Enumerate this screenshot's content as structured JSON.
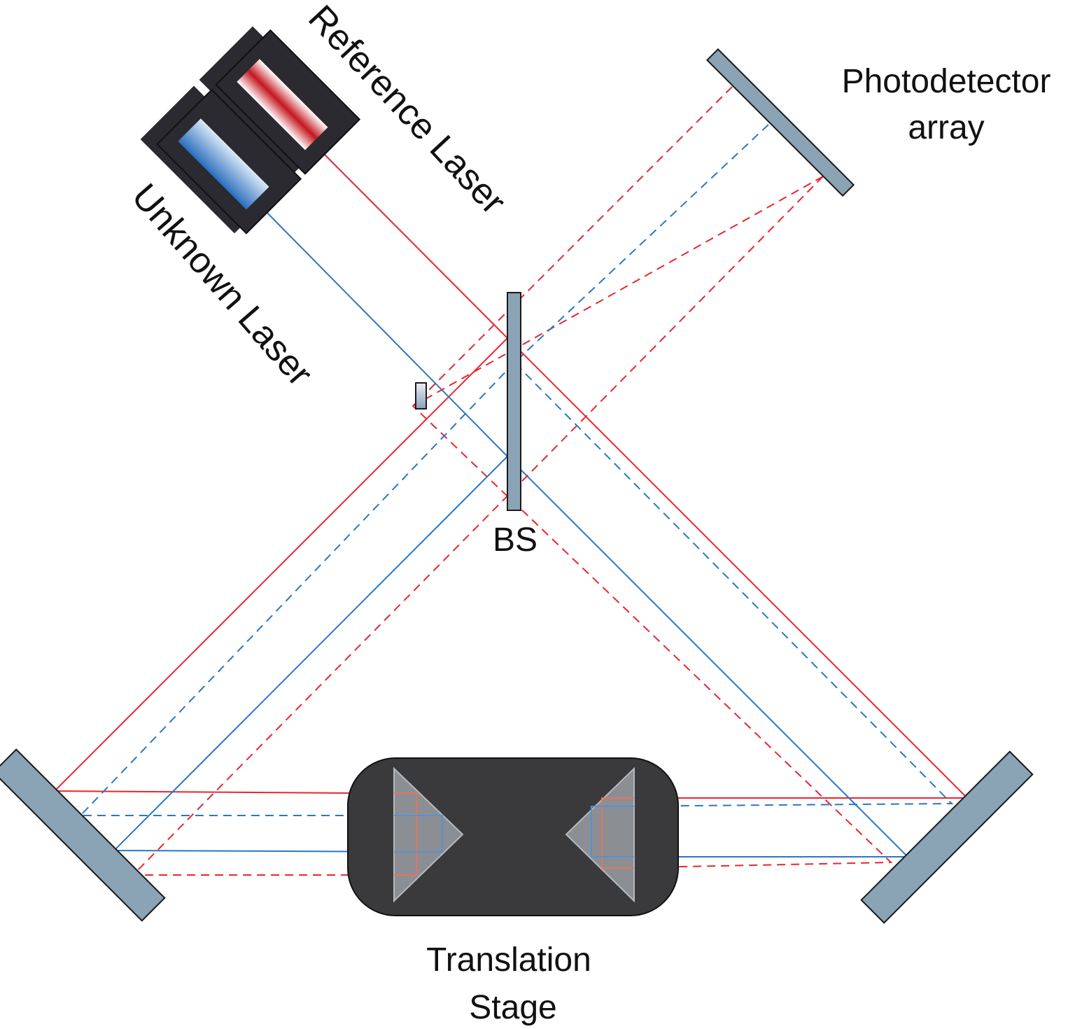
{
  "labels": {
    "reference_laser": "Reference Laser",
    "unknown_laser": "Unknown Laser",
    "photodetector_line1": "Photodetector",
    "photodetector_line2": "array",
    "beam_splitter": "BS",
    "stage_line1": "Translation",
    "stage_line2": "Stage"
  },
  "colors": {
    "reference_beam": "#e8262f",
    "unknown_beam": "#2878c2",
    "mirror": "#8aa3b5",
    "stage": "#3a3a3d",
    "laser_housing": "#2a2a30"
  }
}
